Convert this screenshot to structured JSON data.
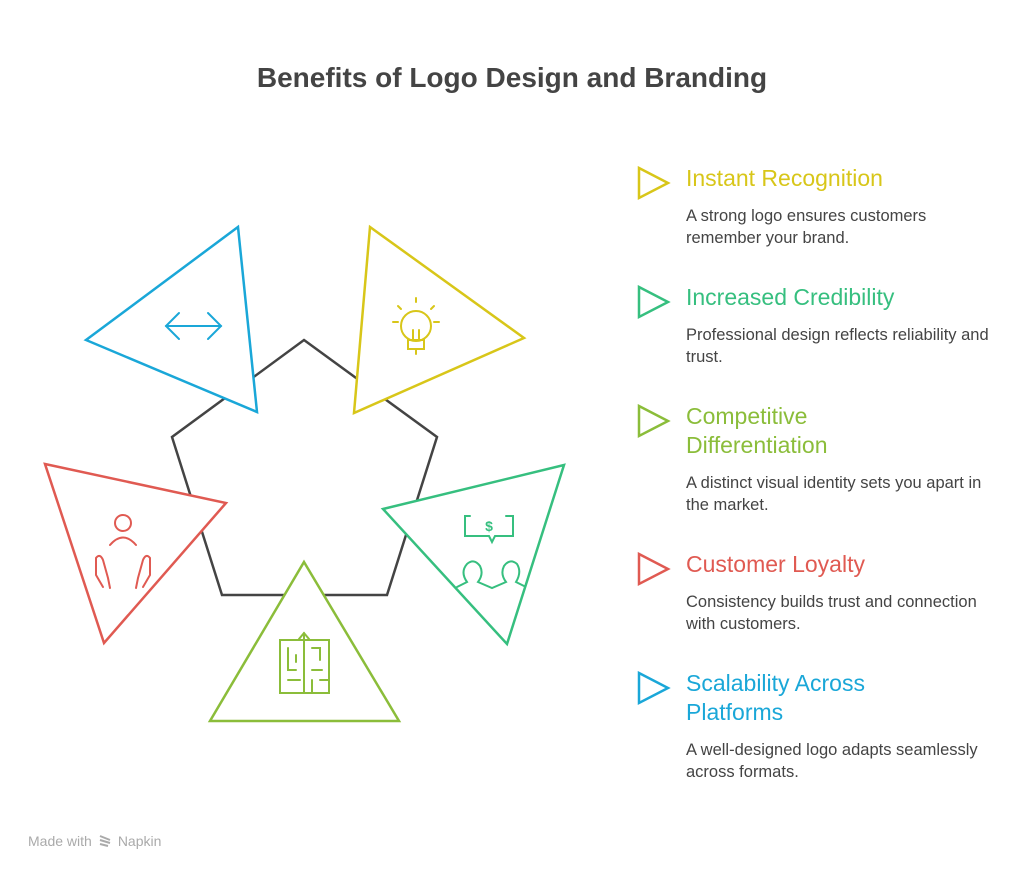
{
  "title": "Benefits of Logo Design and Branding",
  "colors": {
    "blue": "#1aa7d8",
    "yellow": "#d8c619",
    "red": "#e05a52",
    "green": "#36bf7f",
    "lime": "#8bbd3a",
    "outline": "#444444"
  },
  "items": [
    {
      "title": "Instant Recognition",
      "description": "A strong logo ensures customers remember your brand.",
      "color": "#d8c619",
      "icon": "lightbulb-icon"
    },
    {
      "title": "Increased Credibility",
      "description": "Professional design reflects reliability and trust.",
      "color": "#36bf7f",
      "icon": "people-dollar-icon"
    },
    {
      "title": "Competitive Differentiation",
      "description": "A distinct visual identity sets you apart in the market.",
      "color": "#8bbd3a",
      "icon": "maze-icon"
    },
    {
      "title": "Customer Loyalty",
      "description": "Consistency builds trust and connection with customers.",
      "color": "#e05a52",
      "icon": "hands-person-icon"
    },
    {
      "title": "Scalability Across Platforms",
      "description": "A well-designed logo adapts seamlessly across formats.",
      "color": "#1aa7d8",
      "icon": "double-arrow-icon"
    }
  ],
  "footer": {
    "made_with": "Made with",
    "brand": "Napkin"
  }
}
